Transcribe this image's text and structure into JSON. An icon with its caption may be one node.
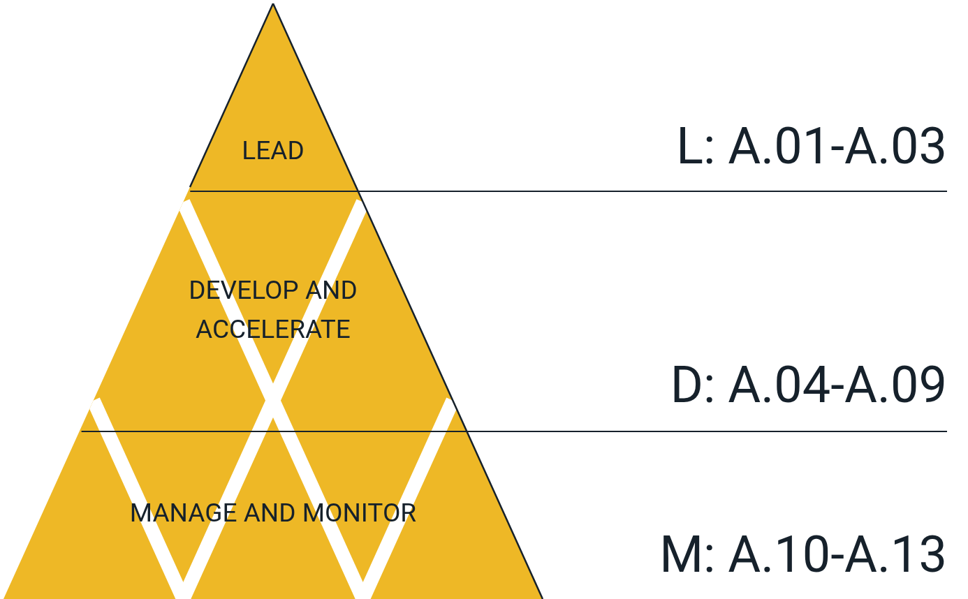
{
  "diagram": {
    "nodes": [
      {
        "text": [
          "LEAD"
        ]
      },
      {
        "text": [
          "DEVELOP AND ACCELERATE"
        ]
      },
      {
        "text": [
          "MANAGE AND MONITOR"
        ]
      }
    ],
    "labels": [
      "L: A.01-A.03",
      "D: A.04-A.09",
      "M: A.10-A.13"
    ]
  }
}
